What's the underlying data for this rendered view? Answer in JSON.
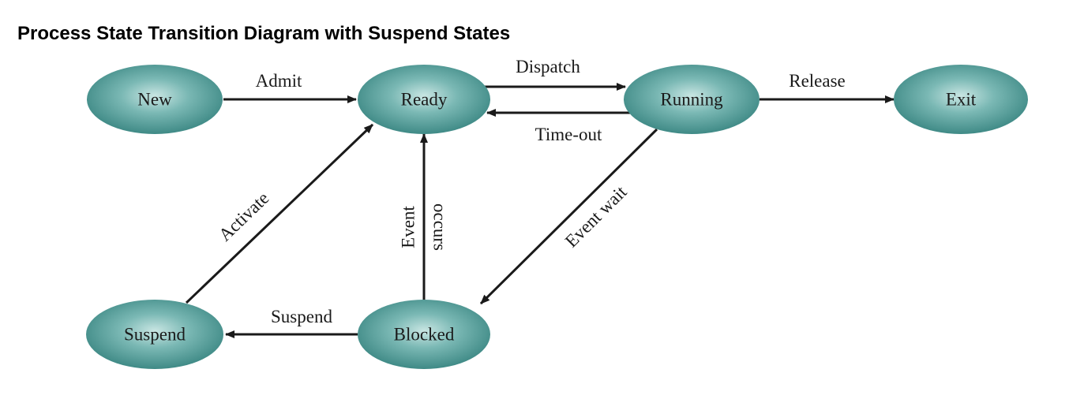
{
  "title": "Process State Transition Diagram with Suspend States",
  "colors": {
    "node_fill": "#4f9a96",
    "node_highlight": "#c9e6e3",
    "edge": "#1a1a1a"
  },
  "states": {
    "new": "New",
    "ready": "Ready",
    "running": "Running",
    "exit": "Exit",
    "suspend": "Suspend",
    "blocked": "Blocked"
  },
  "transitions": {
    "admit": "Admit",
    "dispatch": "Dispatch",
    "timeout": "Time-out",
    "release": "Release",
    "activate": "Activate",
    "event_occurs_1": "Event",
    "event_occurs_2": "occurs",
    "event_wait": "Event wait",
    "suspend": "Suspend"
  }
}
